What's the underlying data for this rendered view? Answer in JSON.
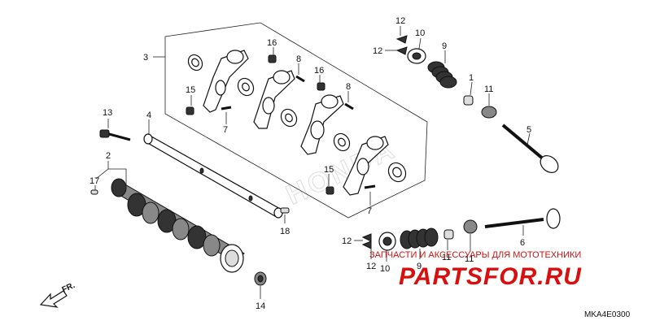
{
  "diagram": {
    "code": "MKA4E0300",
    "direction_label": "FR.",
    "labels": {
      "l1": "1",
      "l1b": "11",
      "l2": "2",
      "l3": "3",
      "l4": "4",
      "l5": "5",
      "l6": "6",
      "l7a": "7",
      "l7b": "7",
      "l8a": "8",
      "l8b": "8",
      "l9a": "9",
      "l9b": "9",
      "l10a": "10",
      "l10b": "10",
      "l11a": "11",
      "l11b": "11",
      "l12a": "12",
      "l12b": "12",
      "l12c": "12",
      "l12d": "12",
      "l13": "13",
      "l14": "14",
      "l15a": "15",
      "l15b": "15",
      "l16a": "16",
      "l16b": "16",
      "l17": "17",
      "l18": "18"
    }
  },
  "watermark": {
    "subtitle": "ЗАПЧАСТИ И АКСЕССУАРЫ ДЛЯ МОТОТЕХНИКИ",
    "logo": "PARTSFOR.RU",
    "background_text": "HONDA"
  }
}
